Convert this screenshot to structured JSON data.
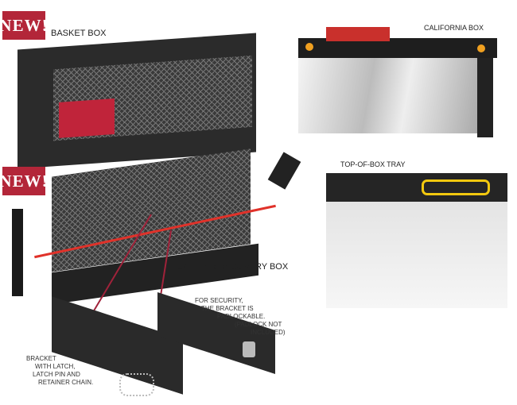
{
  "badges": {
    "new_label": "NEW!"
  },
  "products": {
    "basket_box": "BASKET BOX",
    "california_box": "CALIFORNIA BOX",
    "top_of_box_tray": "TOP-OF-BOX TRAY",
    "carrier_recovery_box": "CARRIER RECOVERY BOX"
  },
  "notes": {
    "security": [
      "FOR SECURITY,",
      "THE BRACKET IS",
      "PADLOCKABLE.",
      "(PADLOCK NOT",
      "INCLUDED)"
    ],
    "bracket": [
      "BRACKET",
      "WITH LATCH,",
      "LATCH PIN AND",
      "RETAINER CHAIN."
    ]
  },
  "colors": {
    "badge": "#b32639",
    "pointer": "#a0223a"
  }
}
